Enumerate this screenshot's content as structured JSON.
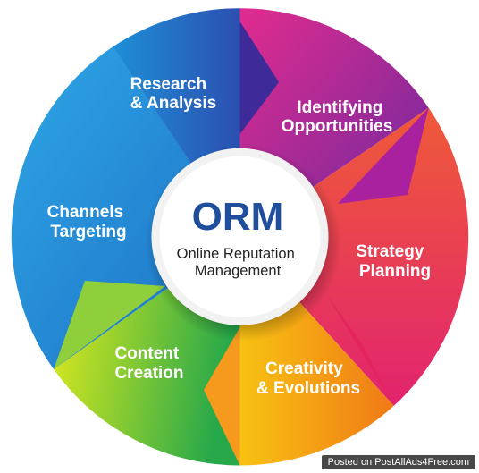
{
  "center": {
    "title": "ORM",
    "subtitle_line1": "Online Reputation",
    "subtitle_line2": "Management",
    "title_color": "#1f4f9c",
    "subtitle_color": "#222222"
  },
  "segments": [
    {
      "id": "research",
      "line1": "Research",
      "line2": "& Analysis",
      "color_a": "#1d8fd8",
      "color_b": "#2c4fb0"
    },
    {
      "id": "identifying",
      "line1": "Identifying",
      "line2": "Opportunities",
      "color_a": "#e12b8e",
      "color_b": "#6a2aa0"
    },
    {
      "id": "strategy",
      "line1": "Strategy",
      "line2": "Planning",
      "color_a": "#ef5a38",
      "color_b": "#e2236f"
    },
    {
      "id": "creativity",
      "line1": "Creativity",
      "line2": "& Evolutions",
      "color_a": "#f8c212",
      "color_b": "#f07a16"
    },
    {
      "id": "content",
      "line1": "Content",
      "line2": "Creation",
      "color_a": "#e4ec1c",
      "color_b": "#27a84a"
    },
    {
      "id": "channels",
      "line1": "Channels",
      "line2": "Targeting",
      "color_a": "#2ea6e6",
      "color_b": "#1c6fc4"
    }
  ],
  "watermark": {
    "text": "Posted on PostAllAds4Free.com"
  }
}
